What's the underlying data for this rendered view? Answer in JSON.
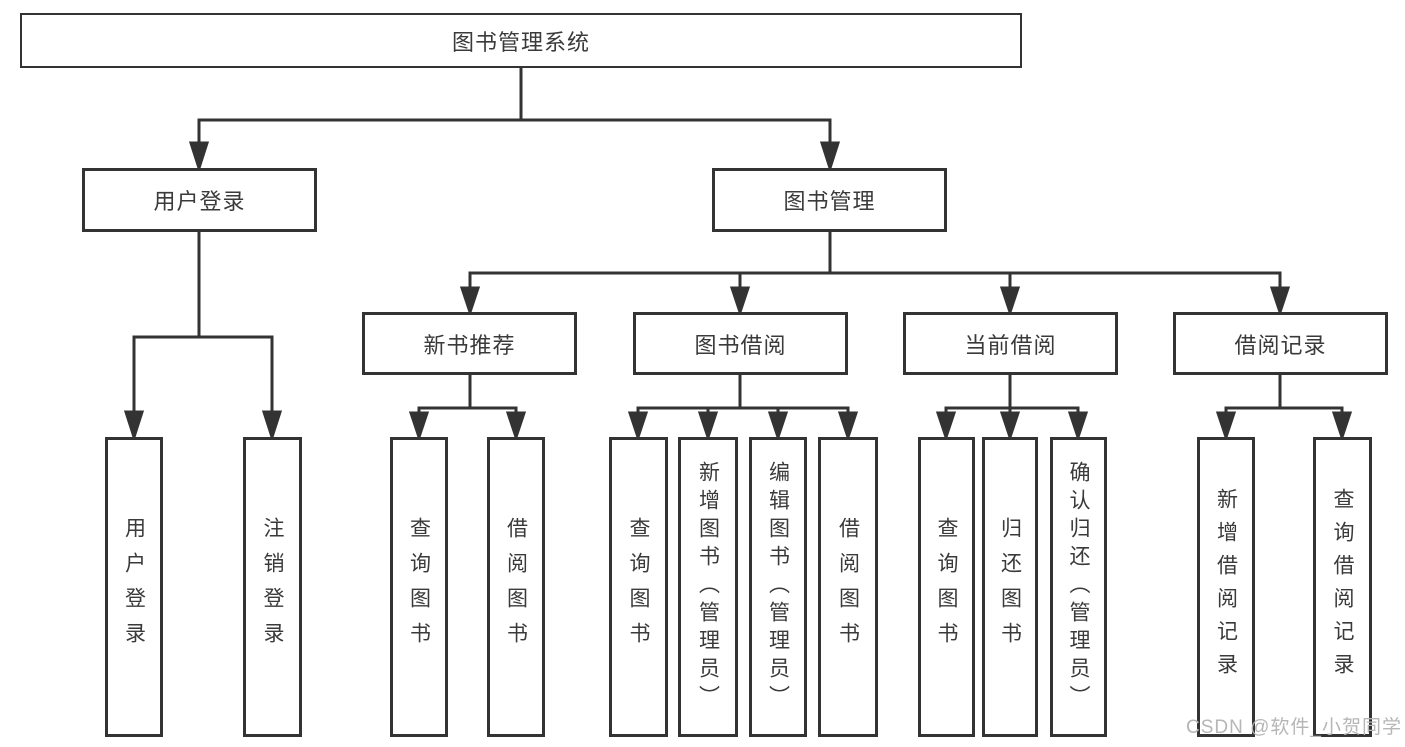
{
  "diagram": {
    "title_node": {
      "label": "图书管理系统"
    },
    "level2": [
      {
        "label": "用户登录"
      },
      {
        "label": "图书管理"
      }
    ],
    "level3": [
      {
        "label": "新书推荐"
      },
      {
        "label": "图书借阅"
      },
      {
        "label": "当前借阅"
      },
      {
        "label": "借阅记录"
      }
    ],
    "leaves": [
      {
        "label": "用户登录"
      },
      {
        "label": "注销登录"
      },
      {
        "label": "查询图书"
      },
      {
        "label": "借阅图书"
      },
      {
        "label": "查询图书"
      },
      {
        "label": "新增图书（管理员）"
      },
      {
        "label": "编辑图书（管理员）"
      },
      {
        "label": "借阅图书"
      },
      {
        "label": "查询图书"
      },
      {
        "label": "归还图书"
      },
      {
        "label": "确认归还（管理员）"
      },
      {
        "label": "新增借阅记录"
      },
      {
        "label": "查询借阅记录"
      }
    ],
    "colors": {
      "border": "#333333",
      "line": "#333333",
      "text": "#3a3a3a",
      "background": "#ffffff",
      "watermark": "#b6b6b6"
    }
  },
  "watermark": {
    "text": "CSDN @软件_小贺同学"
  }
}
